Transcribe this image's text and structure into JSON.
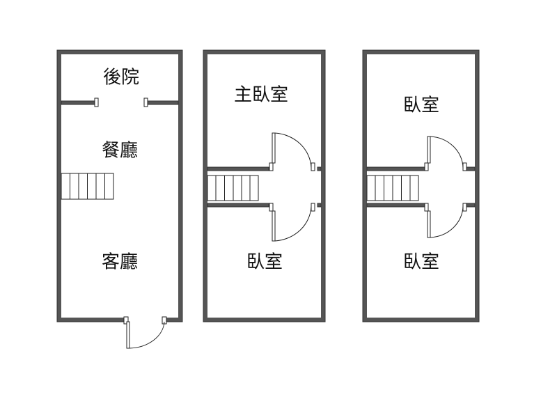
{
  "floors": [
    {
      "rooms": [
        "後院",
        "餐廳",
        "客廳"
      ]
    },
    {
      "rooms": [
        "主臥室",
        "臥室"
      ]
    },
    {
      "rooms": [
        "臥室",
        "臥室"
      ]
    }
  ],
  "colors": {
    "wall": "#555555",
    "background": "#ffffff"
  }
}
